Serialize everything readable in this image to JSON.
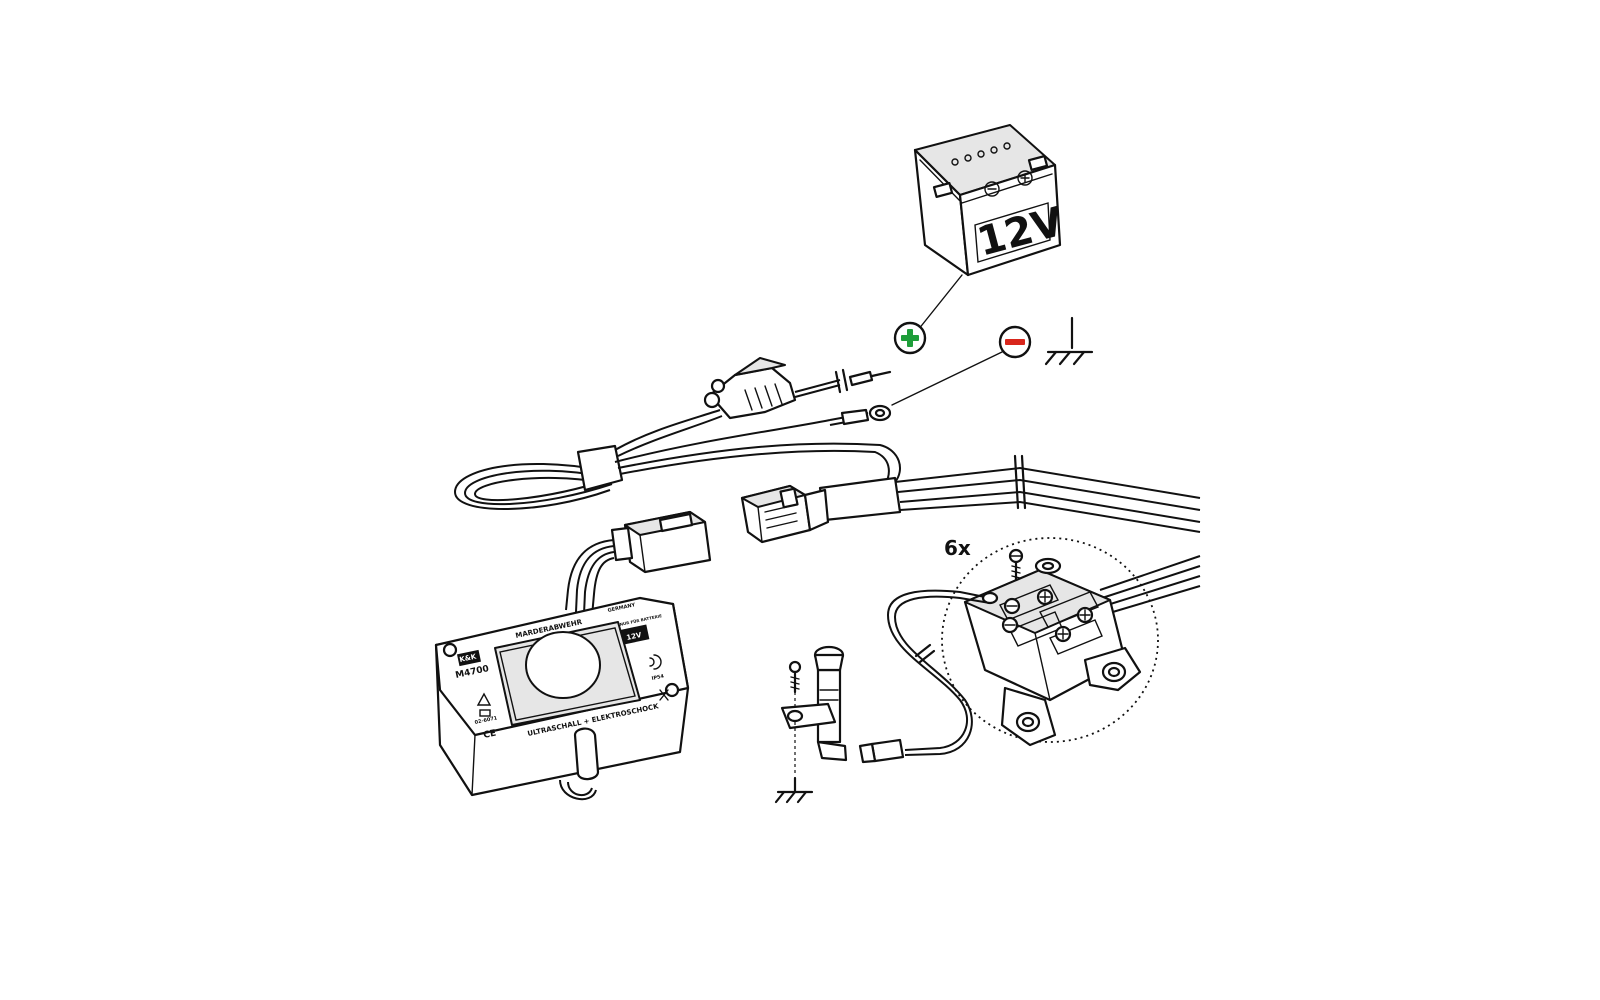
{
  "battery": {
    "voltage_label": "12V"
  },
  "terminals": {
    "positive_color": "#1e9e3a",
    "negative_color": "#d8261c"
  },
  "terminal_block": {
    "count_label": "6x"
  },
  "device": {
    "brand": "K&K",
    "model": "M4700",
    "name": "MARDERABWEHR",
    "origin": "GERMANY",
    "voltage": "12V",
    "battery_note": "NUR FÜR BATTERIE",
    "features": "ULTRASCHALL + ELEKTROSCHOCK",
    "ce_mark": "CE",
    "ip_rating": "IP54",
    "code": "02-6071"
  }
}
